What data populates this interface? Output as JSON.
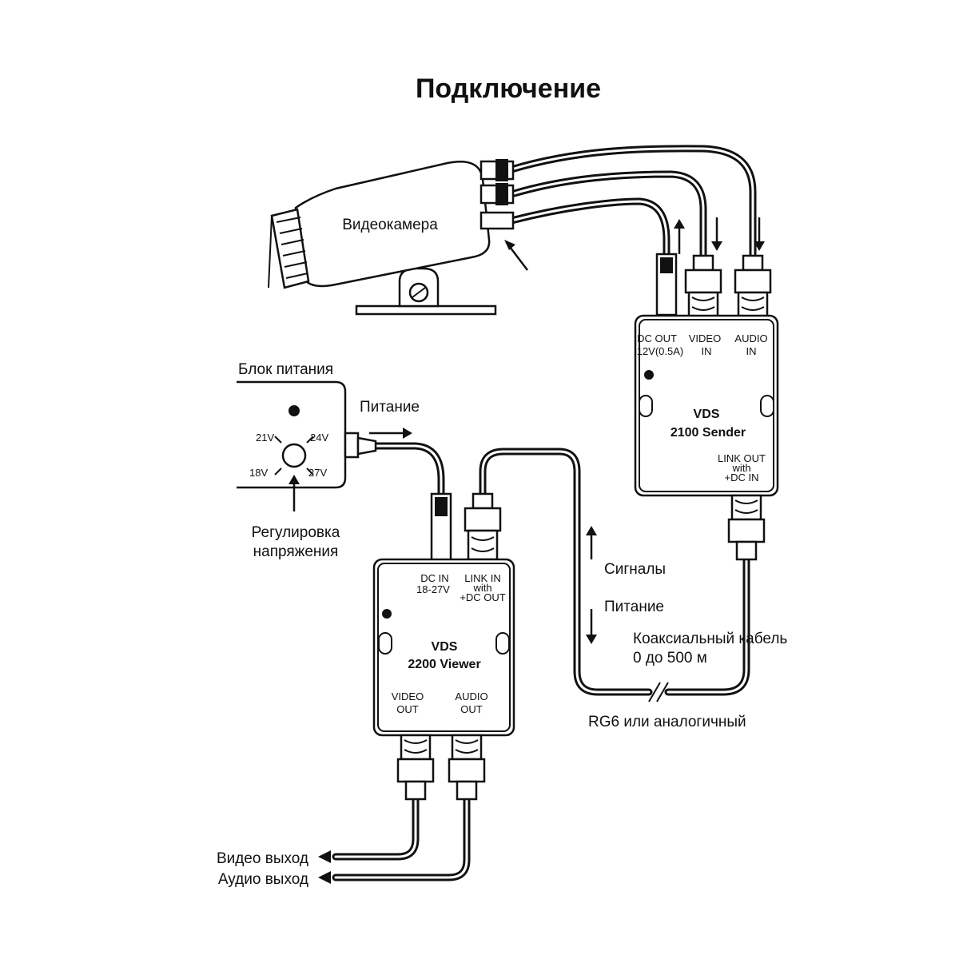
{
  "title": "Подключение",
  "camera": {
    "label": "Видеокамера"
  },
  "power_supply": {
    "label": "Блок питания",
    "voltages": [
      "21V",
      "24V",
      "18V",
      "27V"
    ],
    "adjust_label_line1": "Регулировка",
    "adjust_label_line2": "напряжения",
    "output_label": "Питание"
  },
  "sender": {
    "name_line1": "VDS",
    "name_line2": "2100 Sender",
    "dc_out_line1": "DC OUT",
    "dc_out_line2": "12V(0.5A)",
    "video_in_line1": "VIDEO",
    "video_in_line2": "IN",
    "audio_in_line1": "AUDIO",
    "audio_in_line2": "IN",
    "link_out_line1": "LINK OUT",
    "link_out_line2": "with",
    "link_out_line3": "+DC IN"
  },
  "viewer": {
    "name_line1": "VDS",
    "name_line2": "2200 Viewer",
    "dc_in_line1": "DC IN",
    "dc_in_line2": "18-27V",
    "link_in_line1": "LINK IN",
    "link_in_line2": "with",
    "link_in_line3": "+DC OUT",
    "video_out_line1": "VIDEO",
    "video_out_line2": "OUT",
    "audio_out_line1": "AUDIO",
    "audio_out_line2": "OUT"
  },
  "cable": {
    "signals_label": "Сигналы",
    "power_label": "Питание",
    "coax_line1": "Коаксиальный кабель",
    "coax_line2": "0 до 500 м",
    "type_label": "RG6 или аналогичный"
  },
  "outputs": {
    "video_out": "Видео выход",
    "audio_out": "Аудио выход"
  }
}
